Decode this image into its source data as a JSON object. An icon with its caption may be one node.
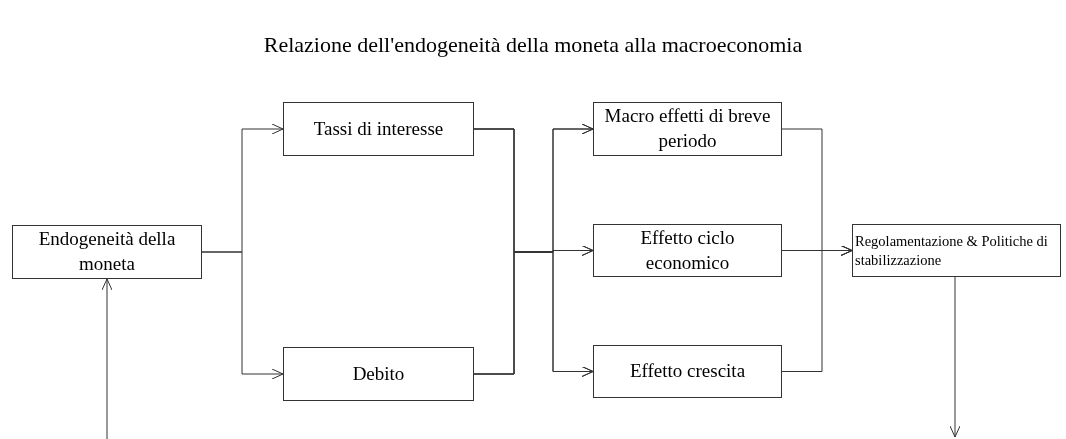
{
  "diagram": {
    "title": "Relazione dell'endogeneità della moneta alla macroeconomia",
    "nodes": [
      {
        "text": [
          "Endogeneità della moneta"
        ]
      },
      {
        "text": [
          "Tassi di interesse"
        ]
      },
      {
        "text": [
          "Debito"
        ]
      },
      {
        "text": [
          "Macro effetti di breve periodo"
        ]
      },
      {
        "text": [
          "Effetto ciclo economico"
        ]
      },
      {
        "text": [
          "Effetto crescita"
        ]
      },
      {
        "text": [
          "Regolamentazione & Politiche di stabilizzazione"
        ]
      }
    ],
    "edges": [
      {
        "from": 0,
        "to": 1,
        "arrow": "to"
      },
      {
        "from": 0,
        "to": 2,
        "arrow": "to"
      },
      {
        "from": 1,
        "to": 3,
        "arrow": "to"
      },
      {
        "from": 1,
        "to": 4,
        "arrow": "to"
      },
      {
        "from": 1,
        "to": 5,
        "arrow": "to"
      },
      {
        "from": 2,
        "to": 3,
        "arrow": "to"
      },
      {
        "from": 2,
        "to": 4,
        "arrow": "to"
      },
      {
        "from": 2,
        "to": 5,
        "arrow": "to"
      },
      {
        "from": 3,
        "to": 6,
        "arrow": "to"
      },
      {
        "from": 4,
        "to": 6,
        "arrow": "to"
      },
      {
        "from": 5,
        "to": 6,
        "arrow": "to"
      },
      {
        "from": 6,
        "to": null,
        "arrow": "to"
      },
      {
        "from": null,
        "to": 0,
        "arrow": "to"
      }
    ]
  }
}
